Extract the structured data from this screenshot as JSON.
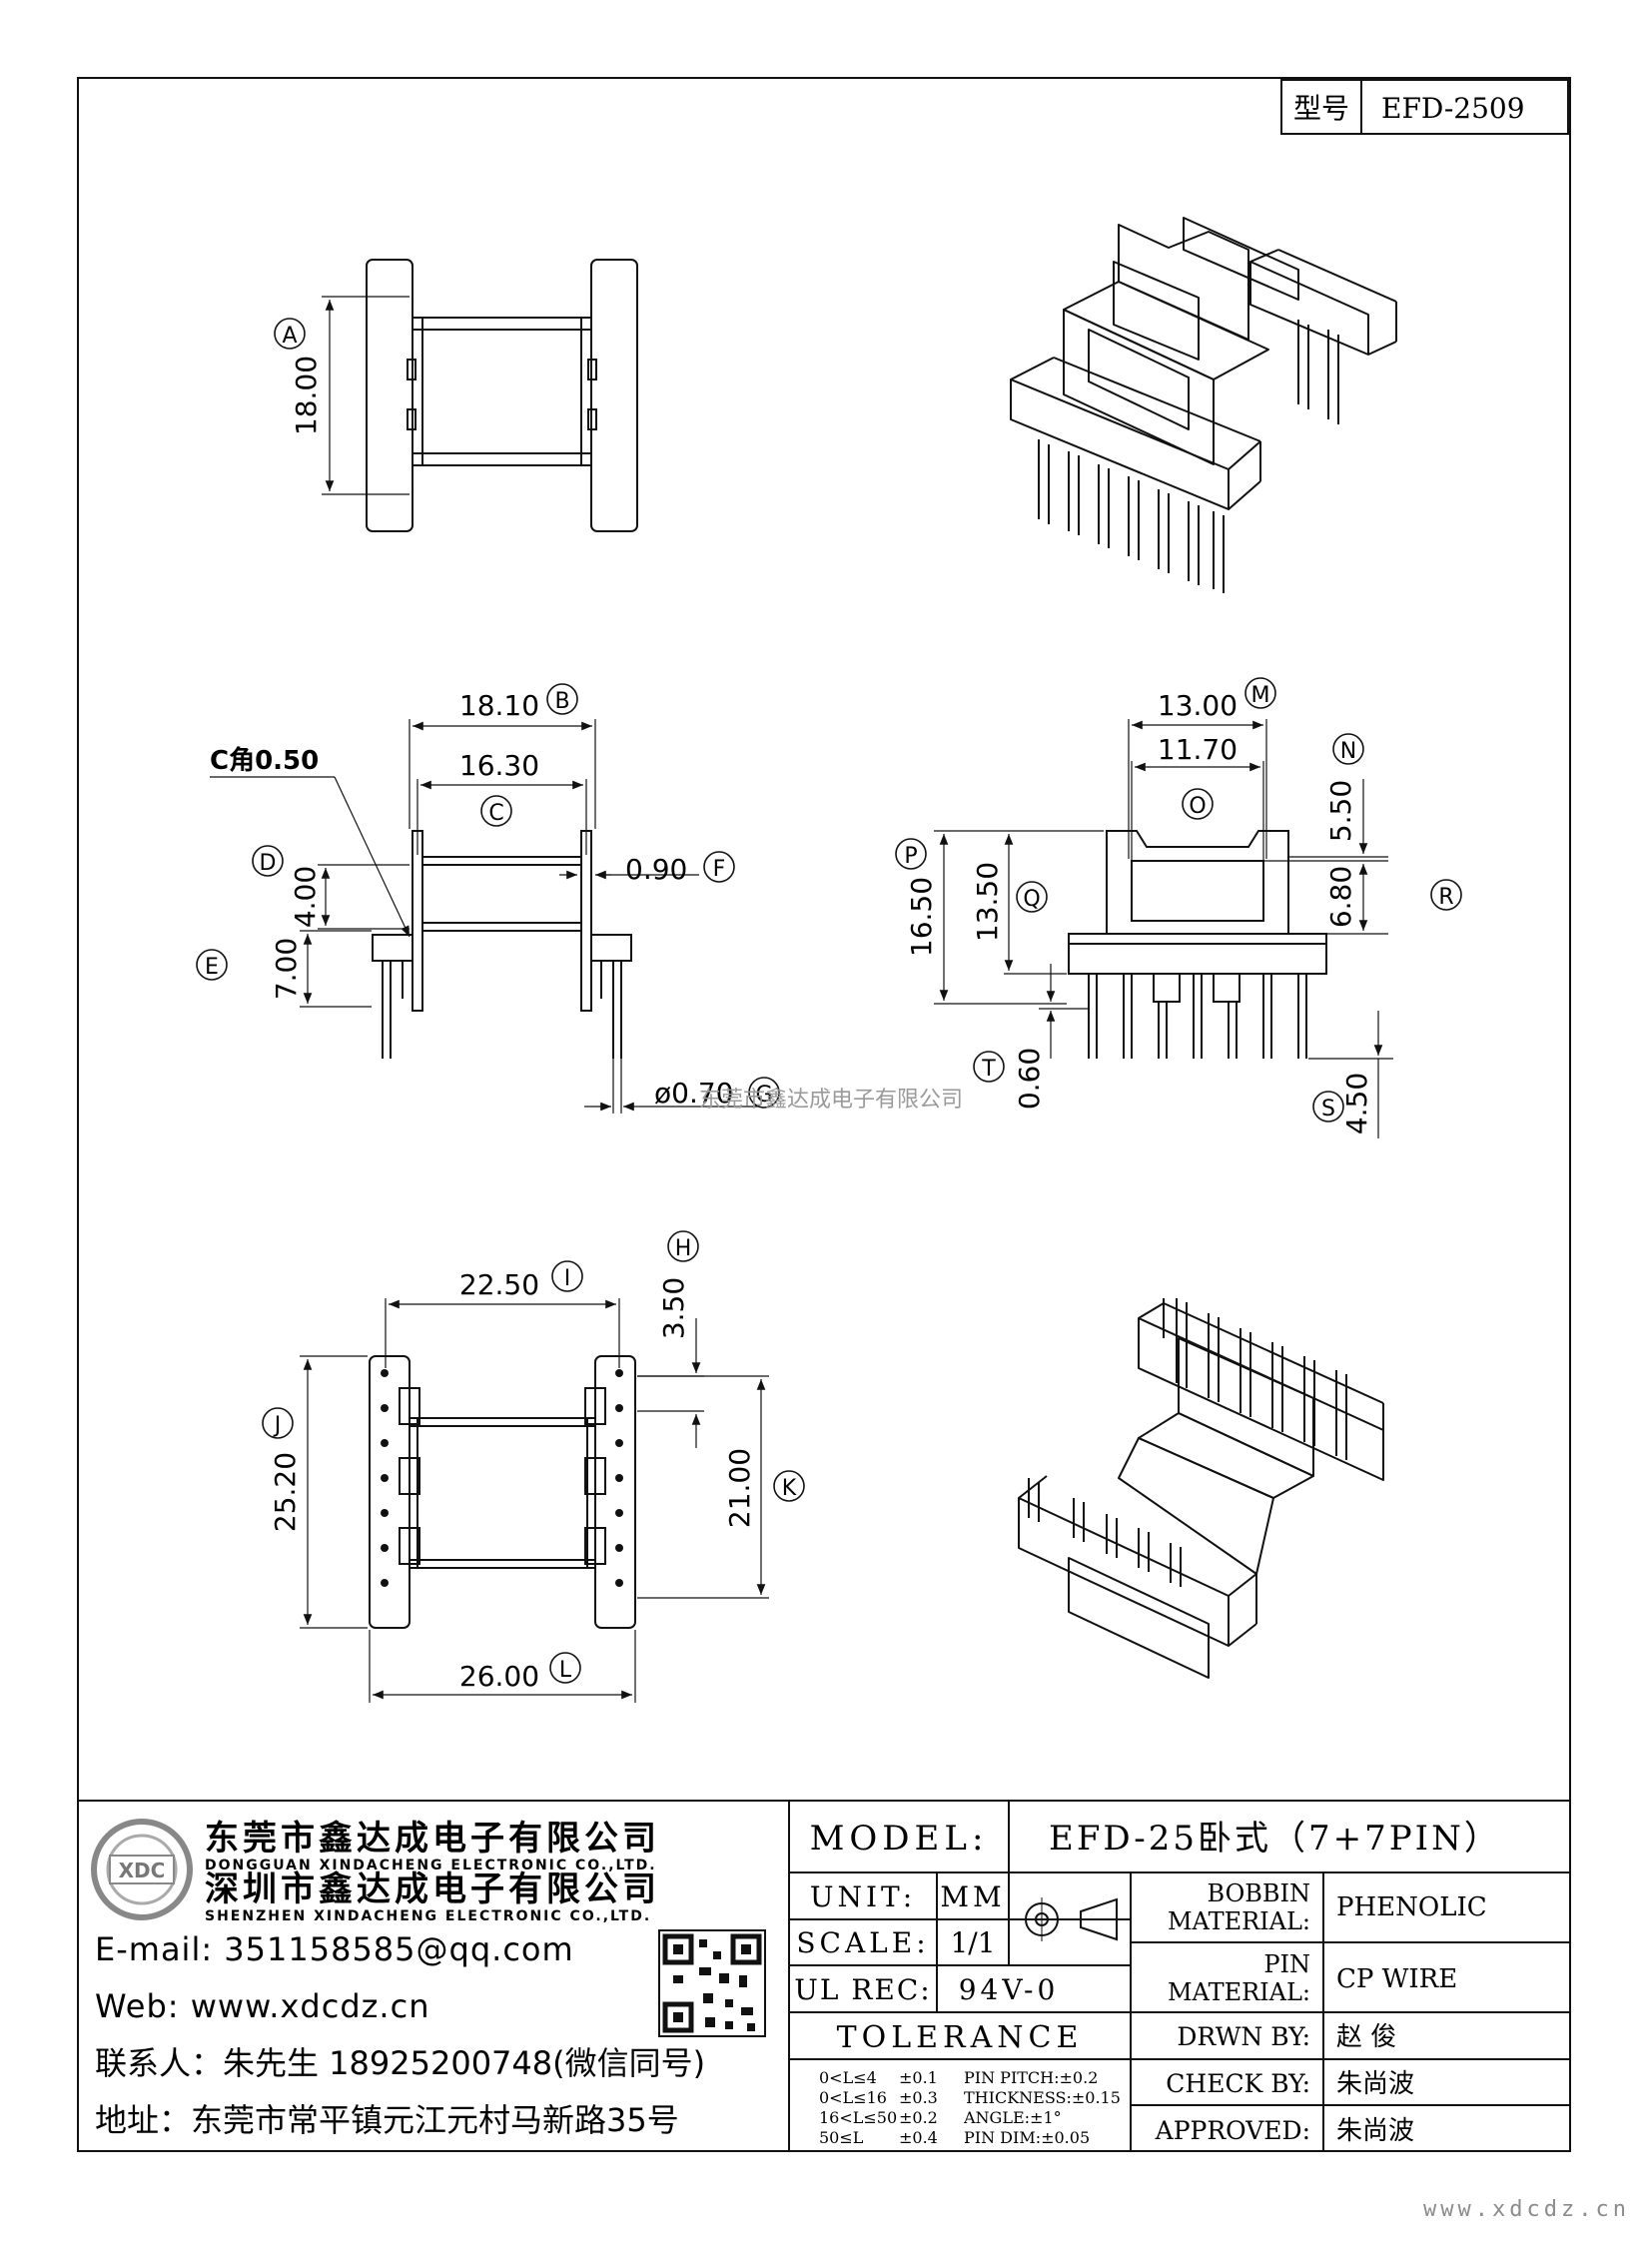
{
  "model_no": {
    "label": "型号",
    "value": "EFD-2509"
  },
  "dims": {
    "A": {
      "value": "18.00",
      "tag": "A"
    },
    "B": {
      "value": "18.10",
      "tag": "B"
    },
    "C": {
      "value": "16.30",
      "tag": "C"
    },
    "D": {
      "value": "4.00",
      "tag": "D"
    },
    "E": {
      "value": "7.00",
      "tag": "E"
    },
    "F": {
      "value": "0.90",
      "tag": "F"
    },
    "G": {
      "value": "ø0.70",
      "tag": "G"
    },
    "H": {
      "value": "3.50",
      "tag": "H"
    },
    "I": {
      "value": "22.50",
      "tag": "I"
    },
    "J": {
      "value": "25.20",
      "tag": "J"
    },
    "K": {
      "value": "21.00",
      "tag": "K"
    },
    "L": {
      "value": "26.00",
      "tag": "L"
    },
    "M": {
      "value": "13.00",
      "tag": "M"
    },
    "N": {
      "value": "5.50",
      "tag": "N"
    },
    "O": {
      "value": "11.70",
      "tag": "O"
    },
    "P": {
      "value": "16.50",
      "tag": "P"
    },
    "Q": {
      "value": "13.50",
      "tag": "Q"
    },
    "R": {
      "value": "6.80",
      "tag": "R"
    },
    "S": {
      "value": "4.50",
      "tag": "S"
    },
    "T": {
      "value": "0.60",
      "tag": "T"
    }
  },
  "chamfer_note": "C角0.50",
  "watermark": "东莞市鑫达成电子有限公司",
  "company": {
    "dg_cn": "东莞市鑫达成电子有限公司",
    "dg_en": "DONGGUAN XINDACHENG ELECTRONIC CO.,LTD.",
    "sz_cn": "深圳市鑫达成电子有限公司",
    "sz_en": "SHENZHEN XINDACHENG ELECTRONIC CO.,LTD.",
    "logo_text": "XDC",
    "email": "E-mail: 351158585@qq.com",
    "web": "Web: www.xdcdz.cn",
    "contact": "联系人：朱先生 18925200748(微信同号)",
    "address": "地址：东莞市常平镇元江元村马新路35号"
  },
  "title_block": {
    "model_label": "MODEL:",
    "model_value": "EFD-25卧式（7+7PIN）",
    "unit_label": "UNIT:",
    "unit_value": "MM",
    "scale_label": "SCALE:",
    "scale_value": "1/1",
    "ul_label": "UL REC:",
    "ul_value": "94V-0",
    "tolerance_label": "TOLERANCE",
    "bobbin_label_1": "BOBBIN",
    "bobbin_label_2": "MATERIAL:",
    "bobbin_value": "PHENOLIC",
    "pin_label_1": "PIN",
    "pin_label_2": "MATERIAL:",
    "pin_value": "CP WIRE",
    "drawn_label": "DRWN BY:",
    "drawn_value": "赵  俊",
    "check_label": "CHECK BY:",
    "check_value": "朱尚波",
    "approved_label": "APPROVED:",
    "approved_value": "朱尚波",
    "tol_rows": [
      {
        "range": "0<L≤4",
        "tol": "±0.1",
        "extra": "PIN PITCH:±0.2"
      },
      {
        "range": "0<L≤16",
        "tol": "±0.3",
        "extra": "THICKNESS:±0.15"
      },
      {
        "range": "16<L≤50",
        "tol": "±0.2",
        "extra": "ANGLE:±1°"
      },
      {
        "range": "50≤L",
        "tol": "±0.4",
        "extra": "PIN DIM:±0.05"
      }
    ]
  },
  "footer_url": "www.xdcdz.cn"
}
